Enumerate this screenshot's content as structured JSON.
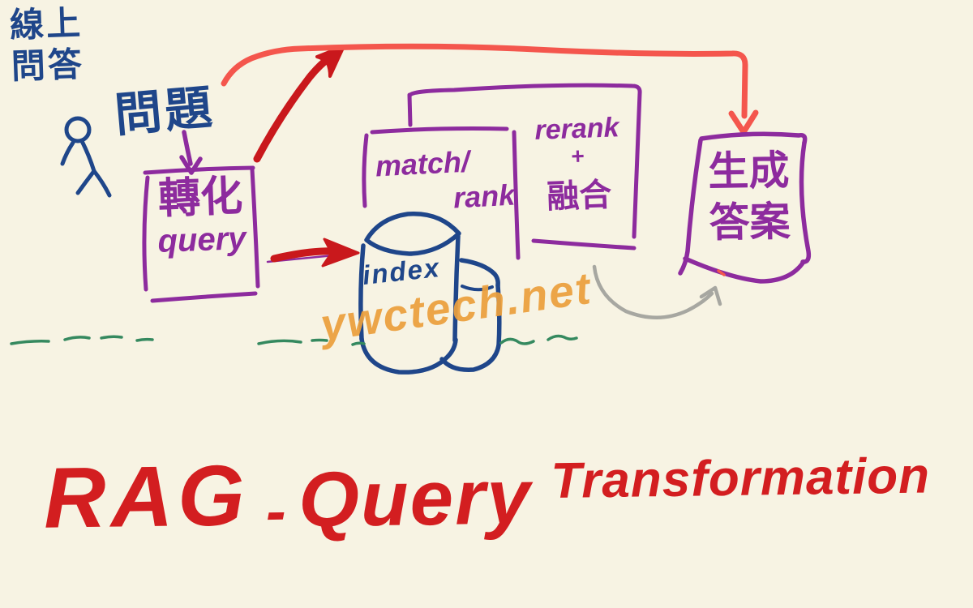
{
  "colors": {
    "bg": "#f7f3e3",
    "navy": "#1f468a",
    "purple": "#8d2b9e",
    "red-dark": "#c9181c",
    "salmon": "#f4564d",
    "title-red": "#d31e20",
    "orange": "#eca03d",
    "gray": "#a7a7a1",
    "green": "#35895f"
  },
  "diagram": {
    "corner_note": [
      "線上",
      "問答"
    ],
    "question_label": "問題",
    "transform_box": {
      "line1": "轉化",
      "line2": "query"
    },
    "match_box": {
      "line1": "match/",
      "line2": "rank"
    },
    "rerank_box": {
      "line1": "rerank",
      "line2": "+",
      "line3": "融合"
    },
    "index_db": {
      "label": "index"
    },
    "answer_box": {
      "line1": "生成",
      "line2": "答案"
    }
  },
  "watermark": "ywctech.net",
  "title": {
    "parts": [
      "RAG",
      "-",
      "Query",
      "Transformation"
    ]
  }
}
